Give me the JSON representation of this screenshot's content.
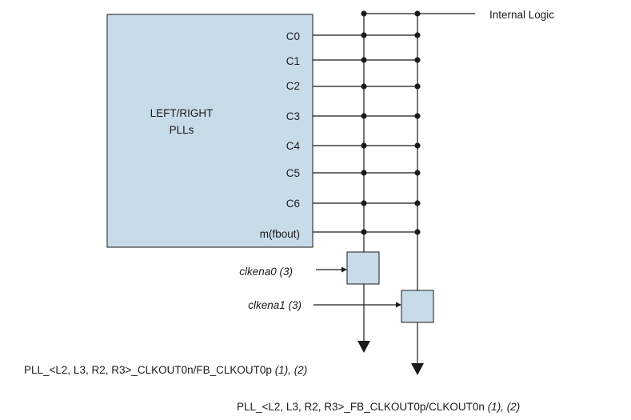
{
  "diagram": {
    "pll_block": {
      "line1": "LEFT/RIGHT",
      "line2": "PLLs"
    },
    "outputs": [
      "C0",
      "C1",
      "C2",
      "C3",
      "C4",
      "C5",
      "C6",
      "m(fbout)"
    ],
    "internal_logic": "Internal Logic",
    "clkena0": "clkena0 (3)",
    "clkena1": "clkena1 (3)",
    "pin0": {
      "name": "PLL_<L2, L3, R2, R3>_CLKOUT0n/FB_CLKOUT0p",
      "notes": "(1), (2)"
    },
    "pin1": {
      "name": "PLL_<L2, L3, R2, R3>_FB_CLKOUT0p/CLKOUT0n",
      "notes": "(1), (2)"
    },
    "colors": {
      "block_fill": "#c8dbe9",
      "line": "#1a1a1a"
    }
  }
}
